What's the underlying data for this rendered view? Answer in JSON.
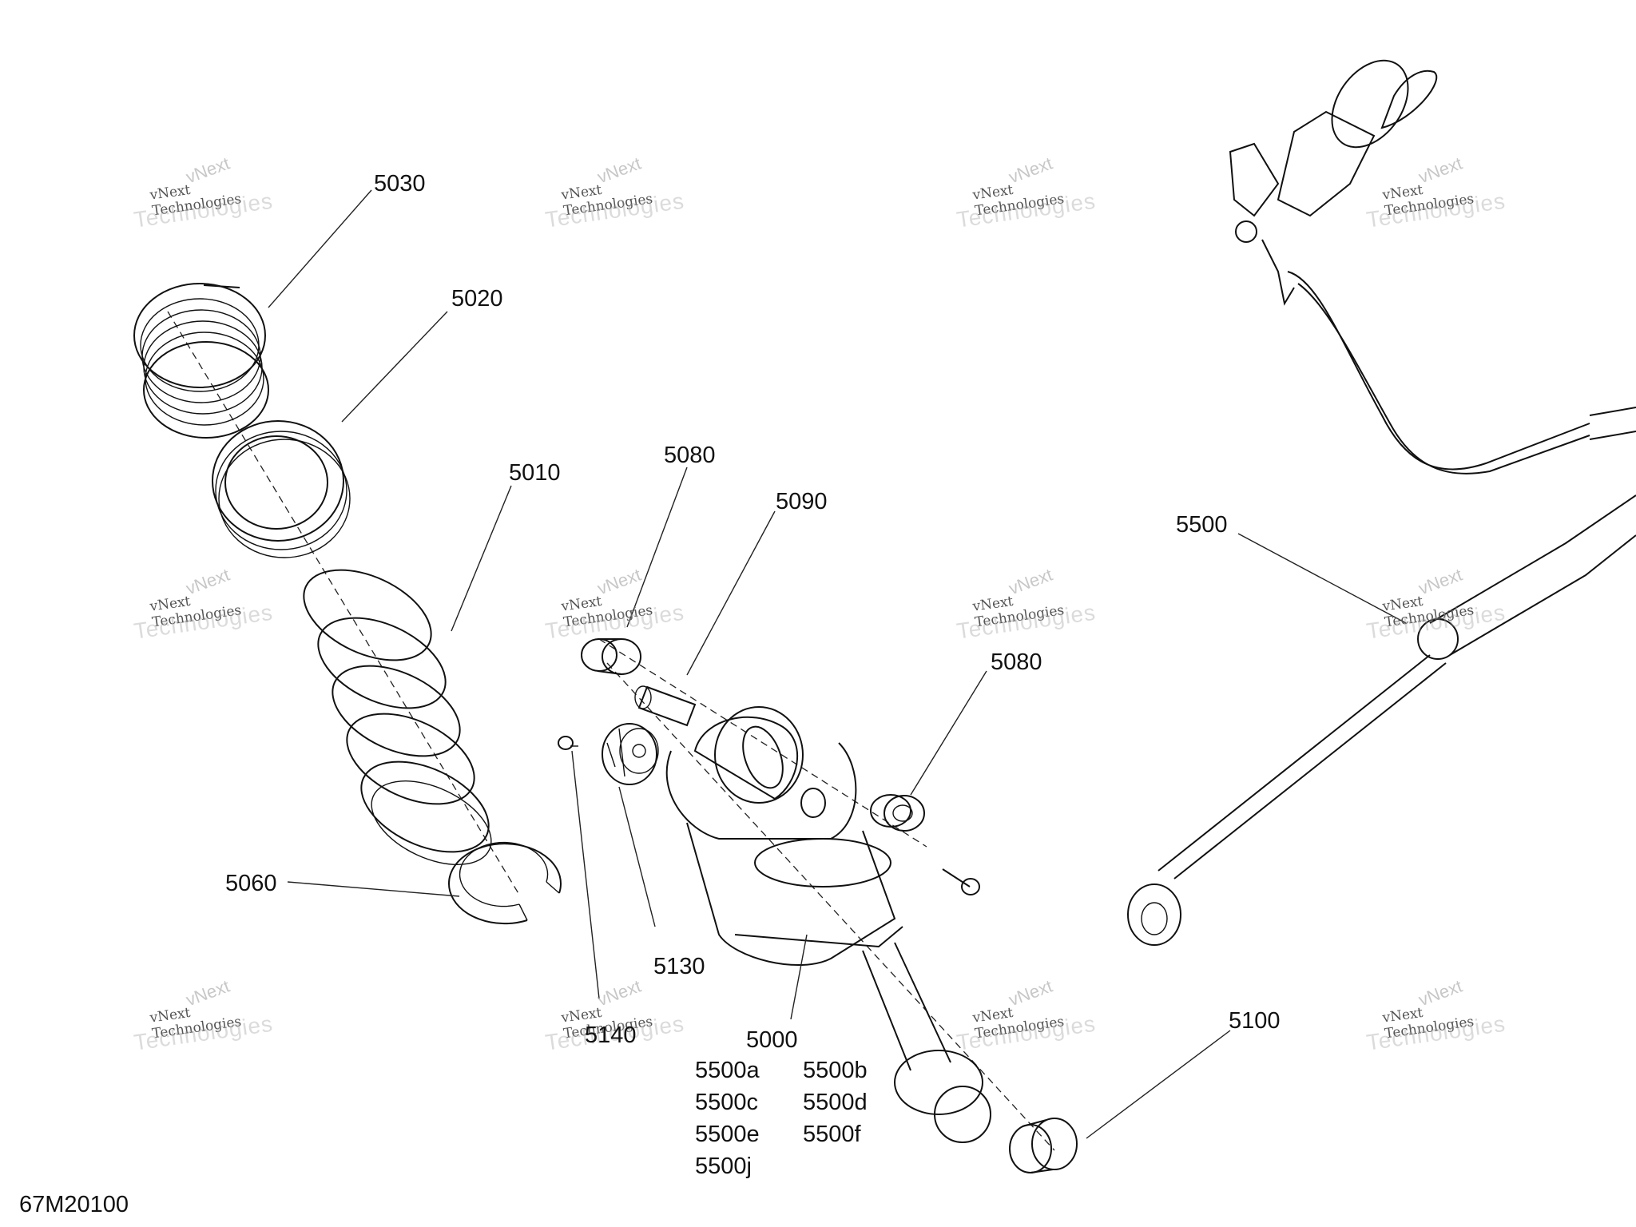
{
  "diagram_id": "67M20100",
  "watermark": {
    "line1": "vNext",
    "line2": "vNext Technologies",
    "line3": "Technologies"
  },
  "callouts": {
    "c5030": "5030",
    "c5020": "5020",
    "c5010": "5010",
    "c5060": "5060",
    "c5080a": "5080",
    "c5090": "5090",
    "c5080b": "5080",
    "c5130": "5130",
    "c5140": "5140",
    "c5000": "5000",
    "c5500": "5500",
    "c5100": "5100",
    "c5500a": "5500a",
    "c5500b": "5500b",
    "c5500c": "5500c",
    "c5500d": "5500d",
    "c5500e": "5500e",
    "c5500f": "5500f",
    "c5500j": "5500j"
  }
}
